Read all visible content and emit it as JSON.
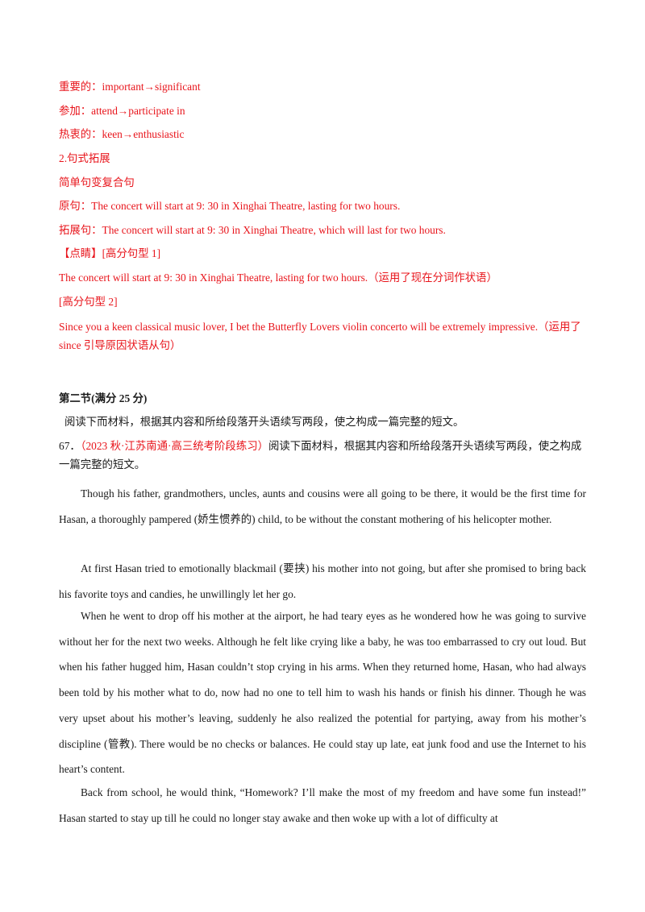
{
  "vocab": [
    "重要的：important→significant",
    "参加：attend→participate in",
    "热衷的：keen→enthusiastic"
  ],
  "section2_heading": "2.句式拓展",
  "sub_heading": "简单句变复合句",
  "original_sentence": "原句：The concert will start at 9: 30 in Xinghai Theatre, lasting for two hours.",
  "expanded_sentence": "拓展句：The concert will start at 9: 30 in Xinghai Theatre, which will last for two hours.",
  "tip_label": "【点睛】",
  "pattern1_label": "[高分句型 1]",
  "pattern1_sentence": "The concert will start at 9: 30 in Xinghai Theatre, lasting for two hours.（运用了现在分词作状语）",
  "pattern2_label": "[高分句型 2]",
  "pattern2_sentence": "Since you a keen classical music lover, I bet the Butterfly Lovers violin concerto will be extremely impressive.（运用了 since 引导原因状语从句）",
  "section_title": "第二节(满分 25 分)",
  "instruction": "阅读下而材料，根据其内容和所给段落开头语续写两段，使之构成一篇完整的短文。",
  "question_number": "67．",
  "question_source": "（2023 秋·江苏南通·高三统考阶段练习）",
  "question_text": "阅读下面材料，根据其内容和所给段落开头语续写两段，使之构成一篇完整的短文。",
  "paragraphs": [
    "Though his father, grandmothers, uncles, aunts and cousins were all going to be there, it would be the first time for Hasan, a thoroughly pampered (娇生惯养的) child, to be without the constant mothering of his helicopter mother.",
    "At first Hasan tried to emotionally blackmail (要挟) his mother into not going, but after she promised to bring back his favorite toys and candies, he unwillingly let her go.",
    "When he went to drop off his mother at the airport, he had teary eyes as he wondered how he was going to survive without her for the next two weeks. Although he felt like crying like a baby, he was too embarrassed to cry out loud. But when his father hugged him, Hasan couldn’t stop crying in his arms. When they returned home, Hasan, who had always been told by his mother what to do, now had no one to tell him to wash his hands or finish his dinner. Though he was very upset about his mother’s leaving, suddenly he also realized the potential for partying, away from his mother’s discipline (管教). There would be no checks or balances. He could stay up late, eat junk food and use the Internet to his heart’s content.",
    "Back from school, he would think, “Homework? I’ll make the most of my freedom and have some fun instead!” Hasan started to stay up till he could no longer stay awake and then woke up with a lot of difficulty at"
  ]
}
